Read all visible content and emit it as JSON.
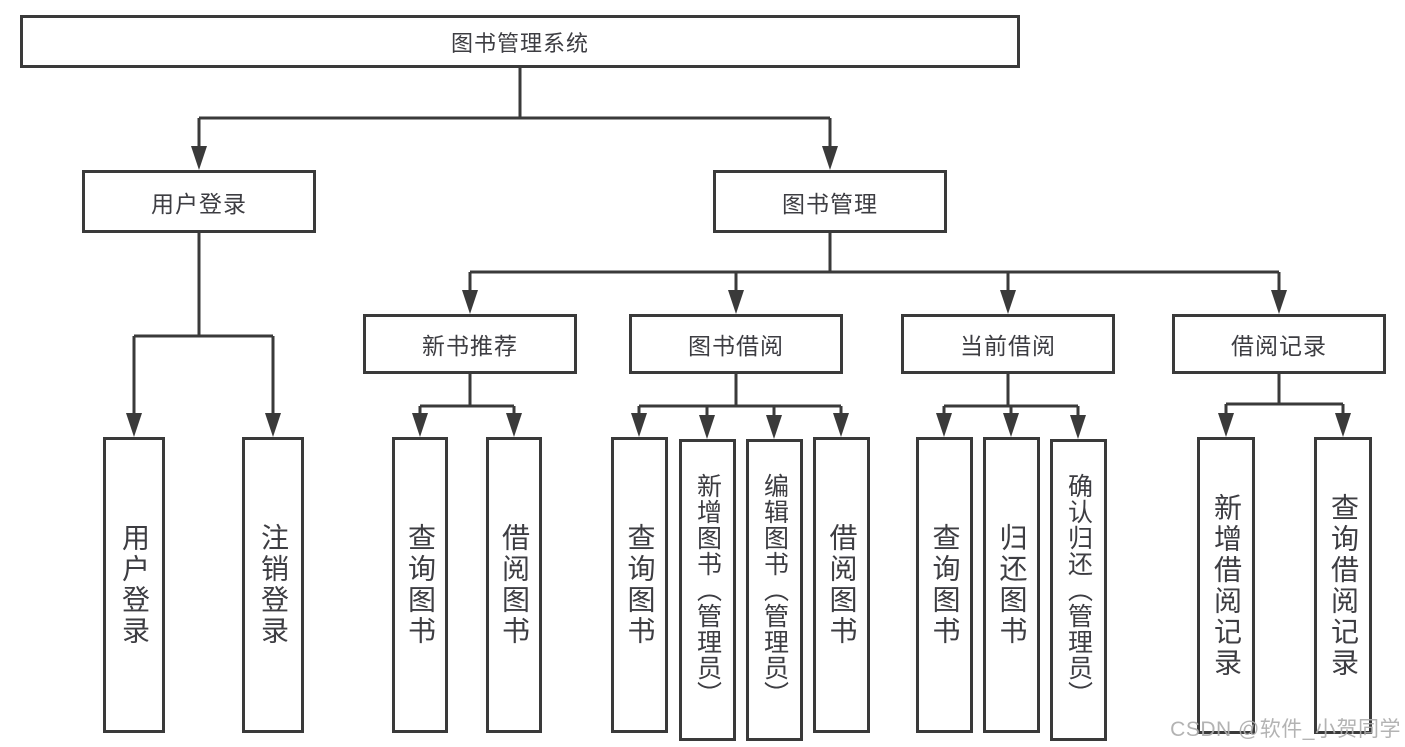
{
  "diagram": {
    "root": {
      "label": "图书管理系统"
    },
    "branches": [
      {
        "label": "用户登录",
        "children": [
          {
            "label": "用户登录"
          },
          {
            "label": "注销登录"
          }
        ]
      },
      {
        "label": "图书管理",
        "sections": [
          {
            "label": "新书推荐",
            "children": [
              {
                "label": "查询图书"
              },
              {
                "label": "借阅图书"
              }
            ]
          },
          {
            "label": "图书借阅",
            "children": [
              {
                "label": "查询图书"
              },
              {
                "label": "新增图书（管理员）"
              },
              {
                "label": "编辑图书（管理员）"
              },
              {
                "label": "借阅图书"
              }
            ]
          },
          {
            "label": "当前借阅",
            "children": [
              {
                "label": "查询图书"
              },
              {
                "label": "归还图书"
              },
              {
                "label": "确认归还（管理员）"
              }
            ]
          },
          {
            "label": "借阅记录",
            "children": [
              {
                "label": "新增借阅记录"
              },
              {
                "label": "查询借阅记录"
              }
            ]
          }
        ]
      }
    ],
    "watermark": "CSDN @软件_小贺同学",
    "colors": {
      "line": "#3a3a3a",
      "text": "#3d3d42",
      "watermark": "#adadad",
      "background": "#ffffff"
    }
  }
}
